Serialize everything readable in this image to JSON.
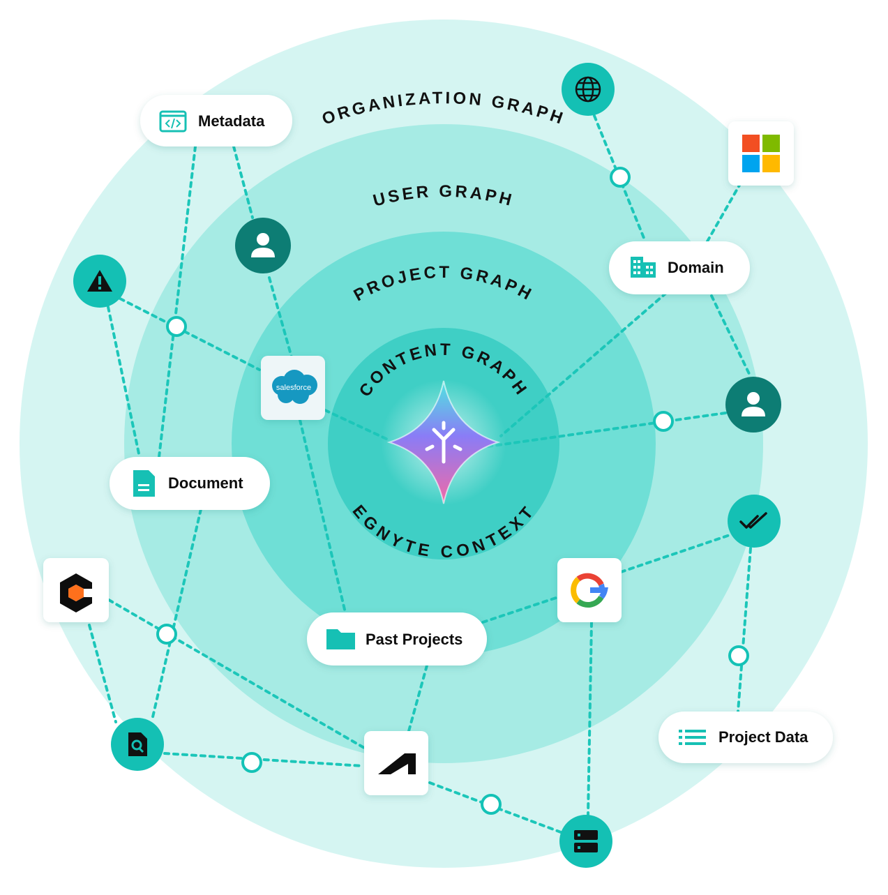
{
  "rings": {
    "organization": "ORGANIZATION GRAPH",
    "user": "USER GRAPH",
    "project": "PROJECT GRAPH",
    "content": "CONTENT GRAPH",
    "center": "EGNYTE CONTEXT"
  },
  "pills": {
    "metadata": "Metadata",
    "domain": "Domain",
    "document": "Document",
    "past_projects": "Past Projects",
    "project_data": "Project Data"
  },
  "logos": {
    "salesforce": "salesforce"
  },
  "colors": {
    "ring_outer": "#d5f5f2",
    "ring_user": "#a6ebe4",
    "ring_project": "#6fdfd6",
    "ring_content": "#3fcfc5",
    "accent_teal": "#14c0b4",
    "dark_teal": "#0d7d74",
    "connector": "#1cc6b9"
  },
  "icons": [
    "globe-icon",
    "user-icon",
    "warning-icon",
    "salesforce-logo",
    "microsoft-logo",
    "building-icon",
    "code-icon",
    "document-icon",
    "folder-icon",
    "list-icon",
    "google-logo",
    "double-check-icon",
    "document-search-icon",
    "server-icon",
    "autodesk-logo",
    "hex-c-logo",
    "egnyte-star-logo"
  ]
}
